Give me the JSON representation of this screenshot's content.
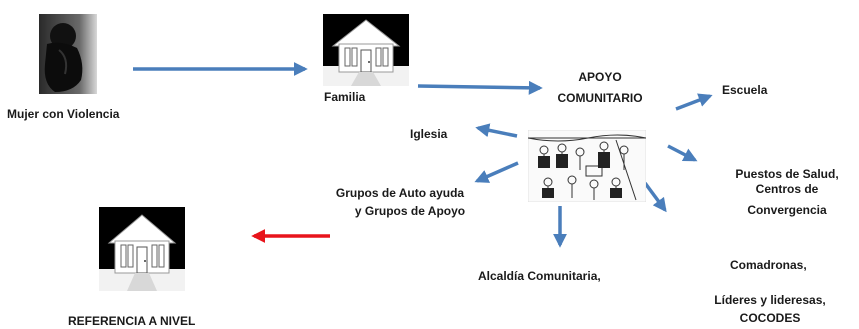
{
  "nodes": {
    "woman": {
      "label": "Mujer con Violencia",
      "icon": "person-crouching-icon"
    },
    "family": {
      "label": "Familia",
      "icon": "house-icon"
    },
    "community": {
      "label_line1": "APOYO",
      "label_line2": "COMUNITARIO",
      "icon": "community-drawing-icon"
    },
    "school": {
      "label": "Escuela"
    },
    "church": {
      "label": "Iglesia"
    },
    "health": {
      "line1": "Puestos de Salud,",
      "line2": "Centros de",
      "line3": "Convergencia"
    },
    "groups": {
      "line1": "Grupos de Auto ayuda",
      "line2": "y Grupos de Apoyo"
    },
    "mayor": {
      "label": "Alcaldía Comunitaria,"
    },
    "midwives": {
      "label": "Comadronas,"
    },
    "leaders": {
      "line1": "Líderes y lideresas,",
      "line2": "COCODES"
    },
    "referral": {
      "label": "REFERENCIA A NIVEL",
      "icon": "house-icon"
    }
  },
  "colors": {
    "arrow_blue": "#4a7ebb",
    "arrow_red": "#e8141b"
  }
}
